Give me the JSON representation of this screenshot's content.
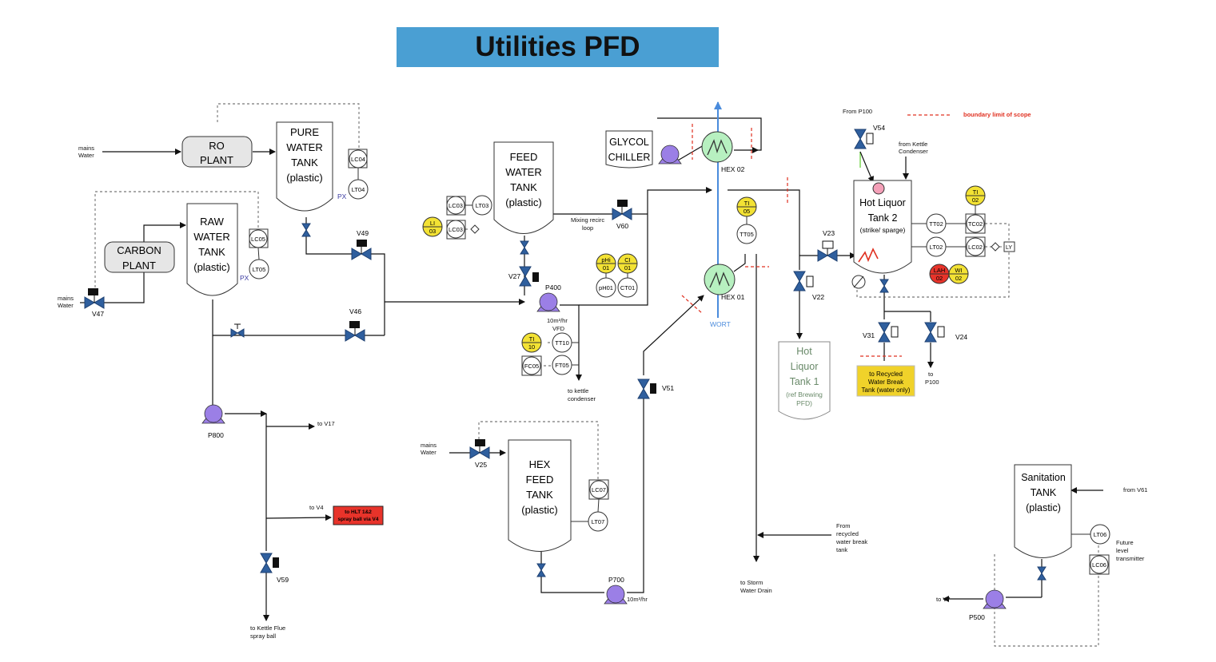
{
  "title": "Utilities PFD",
  "legend": {
    "boundary": "boundary limit of scope"
  },
  "colors": {
    "title_bg": "#4a9fd3",
    "valve": "#2f5f9e",
    "pump": "#9b7fe6",
    "hex": "#b7f0c0",
    "alarm_yellow": "#f3e234",
    "alarm_red": "#e8332a",
    "wort_line": "#4a8bdc",
    "boundary": "#e03020",
    "green_line": "#7ed957"
  },
  "equipment": {
    "ro_plant": [
      "RO",
      "PLANT"
    ],
    "carbon_plant": [
      "CARBON",
      "PLANT"
    ],
    "pure_water_tank": [
      "PURE",
      "WATER",
      "TANK",
      "(plastic)"
    ],
    "raw_water_tank": [
      "RAW",
      "WATER",
      "TANK",
      "(plastic)"
    ],
    "feed_water_tank": [
      "FEED",
      "WATER",
      "TANK",
      "(plastic)"
    ],
    "glycol_chiller": [
      "GLYCOL",
      "CHILLER"
    ],
    "hot_liquor_tank_2": [
      "Hot Liquor",
      "Tank 2",
      "(strike/ sparge)"
    ],
    "hot_liquor_tank_1": [
      "Hot",
      "Liquor",
      "Tank 1",
      "(ref Brewing",
      "PFD)"
    ],
    "hex_feed_tank": [
      "HEX",
      "FEED",
      "TANK",
      "(plastic)"
    ],
    "sanitation_tank": [
      "Sanitation",
      "TANK",
      "(plastic)"
    ],
    "hex_02": "HEX 02",
    "hex_01": "HEX 01",
    "wort": "WORT"
  },
  "valves": {
    "v47": "V47",
    "v49": "V49",
    "v46": "V46",
    "v27": "V27",
    "v60": "V60",
    "v54": "V54",
    "v23": "V23",
    "v22": "V22",
    "v31": "V31",
    "v24": "V24",
    "v51": "V51",
    "v25": "V25",
    "v59": "V59"
  },
  "pumps": {
    "p800": "P800",
    "p400": "P400",
    "p700": "P700",
    "p500": "P500"
  },
  "instruments": {
    "lc04": "LC04",
    "lt04": "LT04",
    "lc05": "LC05",
    "lt05": "LT05",
    "lc03a": "LC03",
    "lt03": "LT03",
    "li03_1": "LI",
    "li03_2": "03",
    "lc03b": "LC03",
    "phi01_1": "pHi",
    "phi01_2": "01",
    "ci01_1": "CI",
    "ci01_2": "01",
    "ph01": "pH01",
    "ct01": "CT01",
    "ti10_1": "TI",
    "ti10_2": "10",
    "tt10": "TT10",
    "fc05": "FC05",
    "ft05": "FT05",
    "ti05_1": "TI",
    "ti05_2": "05",
    "tt05": "TT05",
    "ti02_1": "TI",
    "ti02_2": "02",
    "tt02": "TT02",
    "tc02": "TC02",
    "lt02": "LT02",
    "lc02": "LC02",
    "ly": "LY",
    "lah02_1": "LAH",
    "lah02_2": "02",
    "wi02_1": "WI",
    "wi02_2": "02",
    "lc07": "LC07",
    "lt07": "LT07",
    "lt06": "LT06",
    "lc06": "LC06",
    "px1": "PX",
    "px2": "PX"
  },
  "labels": {
    "mains_water_1a": "mains",
    "mains_water_1b": "Water",
    "mains_water_2a": "mains",
    "mains_water_2b": "Water",
    "mains_water_3a": "mains",
    "mains_water_3b": "Water",
    "mixing_1": "Mixing recirc",
    "mixing_2": "loop",
    "flow_p400_1": "10m³/hr",
    "flow_p400_2": "VFD",
    "kettle_cond_1": "to kettle",
    "kettle_cond_2": "condenser",
    "from_p100": "From P100",
    "from_kettle_1": "from Kettle",
    "from_kettle_2": "Condenser",
    "to_v17": "to V17",
    "to_v4": "to V4",
    "hlt_box_1": "to HLT 1&2",
    "hlt_box_2": "spray ball via V4",
    "recycled_box_1": "to Recycled",
    "recycled_box_2": "Water Break",
    "recycled_box_3": "Tank (water only)",
    "to_p100_1": "to",
    "to_p100_2": "P100",
    "from_recycled_1": "From",
    "from_recycled_2": "recycled",
    "from_recycled_3": "water break",
    "from_recycled_4": "tank",
    "storm_1": "to Storm",
    "storm_2": "Water Drain",
    "flow_p700": "10m³/hr",
    "kettle_flue_1": "to Kettle Flue",
    "kettle_flue_2": "spray ball",
    "from_v61": "from V61",
    "future_1": "Future",
    "future_2": "level",
    "future_3": "transmitter",
    "to_v7": "to V7"
  }
}
